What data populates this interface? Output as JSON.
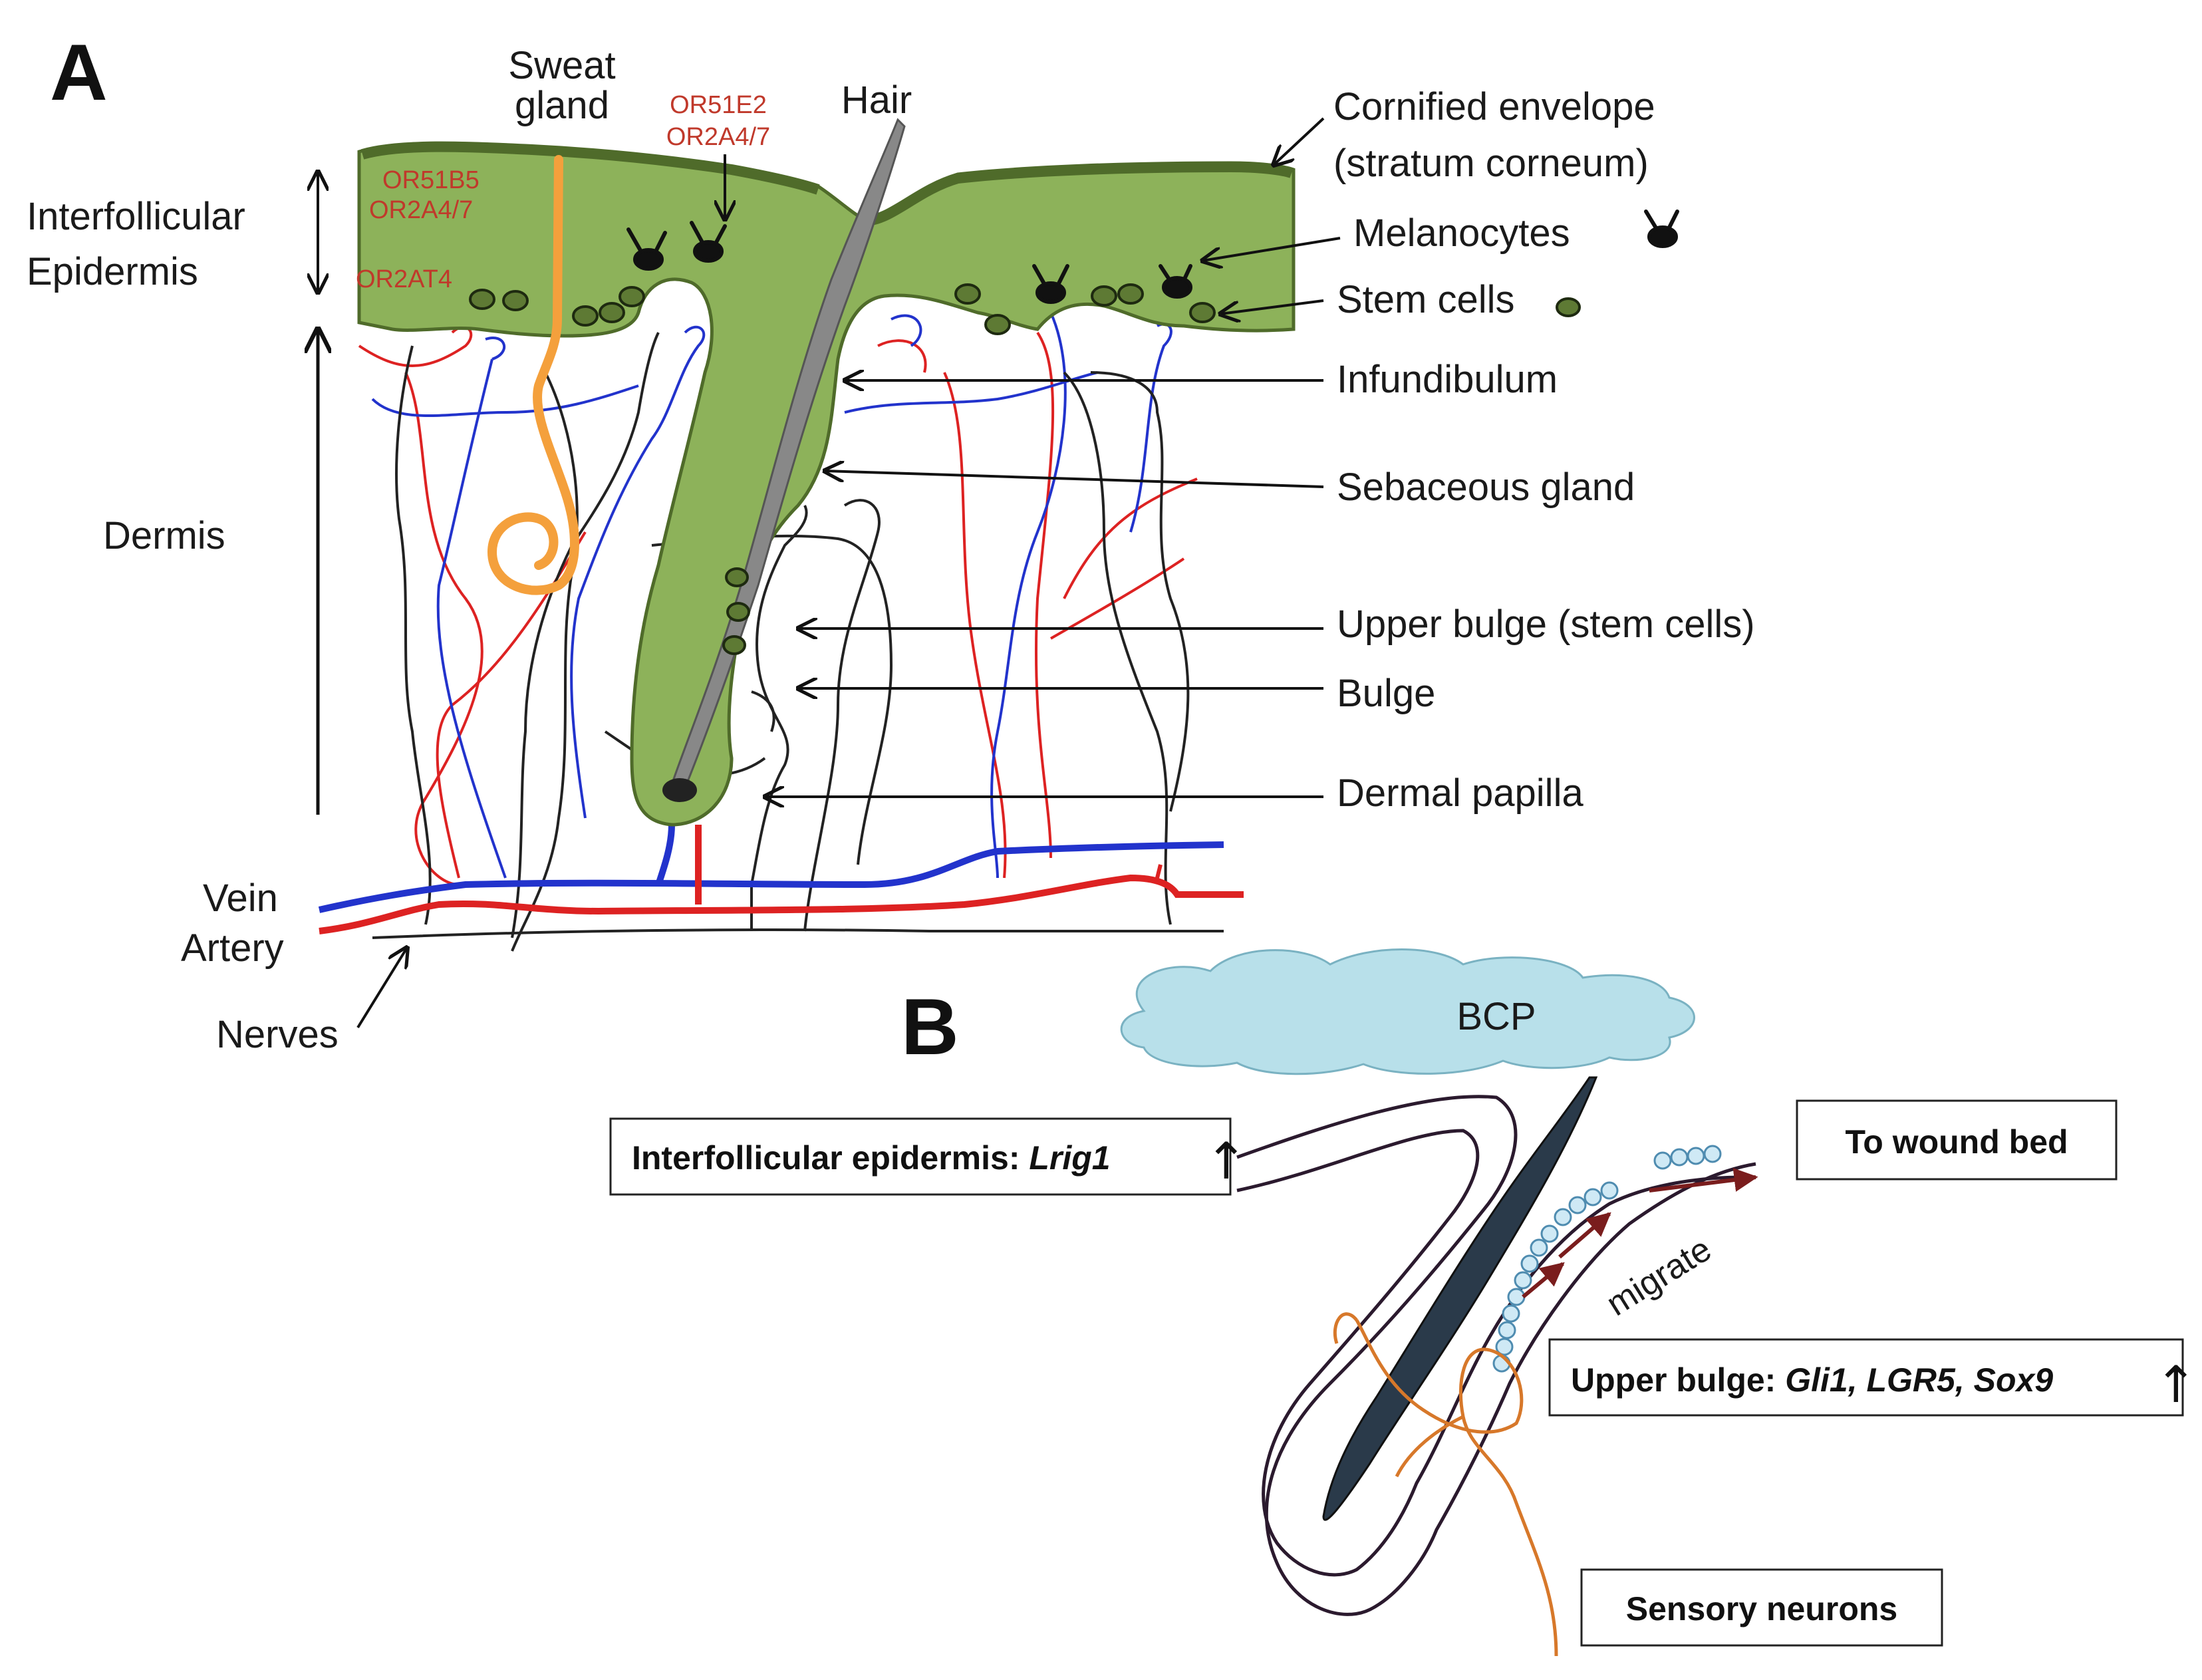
{
  "panel_a": {
    "letter": "A",
    "labels": {
      "sweat_gland_1": "Sweat",
      "sweat_gland_2": "gland",
      "hair": "Hair",
      "interfollicular_1": "Interfollicular",
      "interfollicular_2": "Epidermis",
      "dermis": "Dermis",
      "vein": "Vein",
      "artery": "Artery",
      "nerves": "Nerves",
      "cornified_1": "Cornified envelope",
      "cornified_2": "(stratum corneum)",
      "melanocytes": "Melanocytes",
      "stem_cells": "Stem cells",
      "infundibulum": "Infundibulum",
      "sebaceous": "Sebaceous gland",
      "upper_bulge": "Upper bulge (stem cells)",
      "bulge": "Bulge",
      "dermal_papilla": "Dermal papilla"
    },
    "genes": {
      "or51e2": "OR51E2",
      "or2a47_top": "OR2A4/7",
      "or51b5": "OR51B5",
      "or2a47_left": "OR2A4/7",
      "or2at4": "OR2AT4"
    }
  },
  "panel_b": {
    "letter": "B",
    "bcp": "BCP",
    "interfollicular_box": {
      "prefix": "Interfollicular epidermis: ",
      "gene": "Lrig1",
      "arrow": "↑"
    },
    "wound_box": "To wound bed",
    "migrate": "migrate",
    "upper_bulge_box": {
      "prefix": "Upper bulge: ",
      "genes": "Gli1, LGR5, Sox9",
      "arrow": "↑"
    },
    "sensory_box": "Sensory neurons"
  },
  "colors": {
    "epidermis_fill": "#8db25a",
    "epidermis_edge": "#4f6b2a",
    "sweat_gland": "#f4a03c",
    "vein": "#2233cc",
    "artery": "#dd2222",
    "nerve": "#222222",
    "hair": "#888888",
    "bcp_cloud": "#b8e0ea",
    "gene_text": "#c0392b",
    "neuron_b": "#d7782a"
  }
}
